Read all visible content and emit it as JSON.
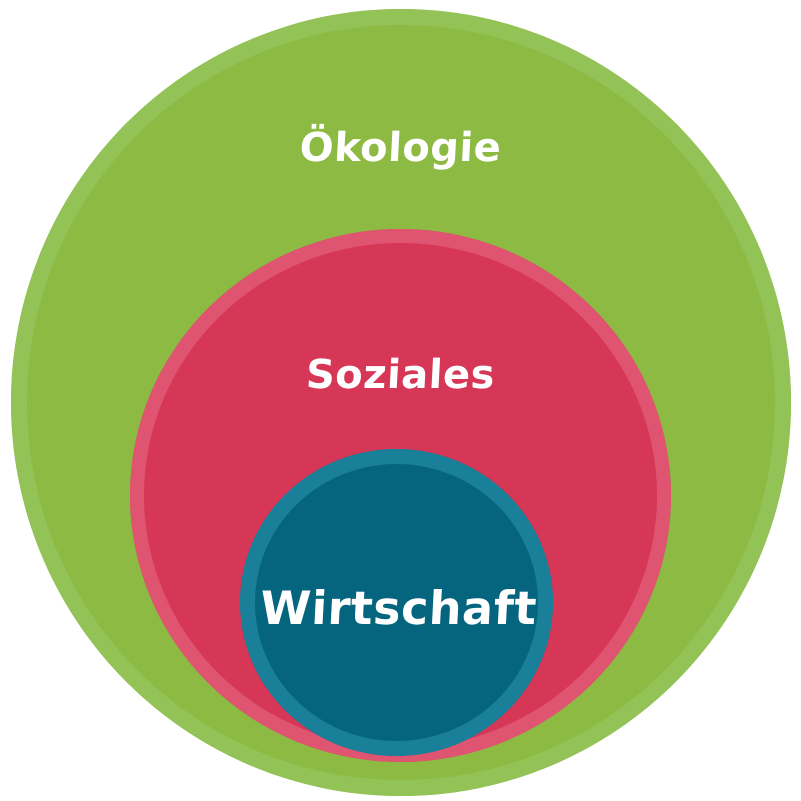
{
  "diagram": {
    "type": "nested-circles",
    "layers": [
      {
        "id": "oekologie",
        "label": "Ökologie",
        "fill": "#8cba42",
        "rim": "#93c256"
      },
      {
        "id": "soziales",
        "label": "Soziales",
        "fill": "#d63756",
        "rim": "#df5470"
      },
      {
        "id": "wirtschaft",
        "label": "Wirtschaft",
        "fill": "#05657f",
        "rim": "#1a7f98"
      }
    ],
    "text_color": "#ffffff",
    "background": "#ffffff"
  }
}
